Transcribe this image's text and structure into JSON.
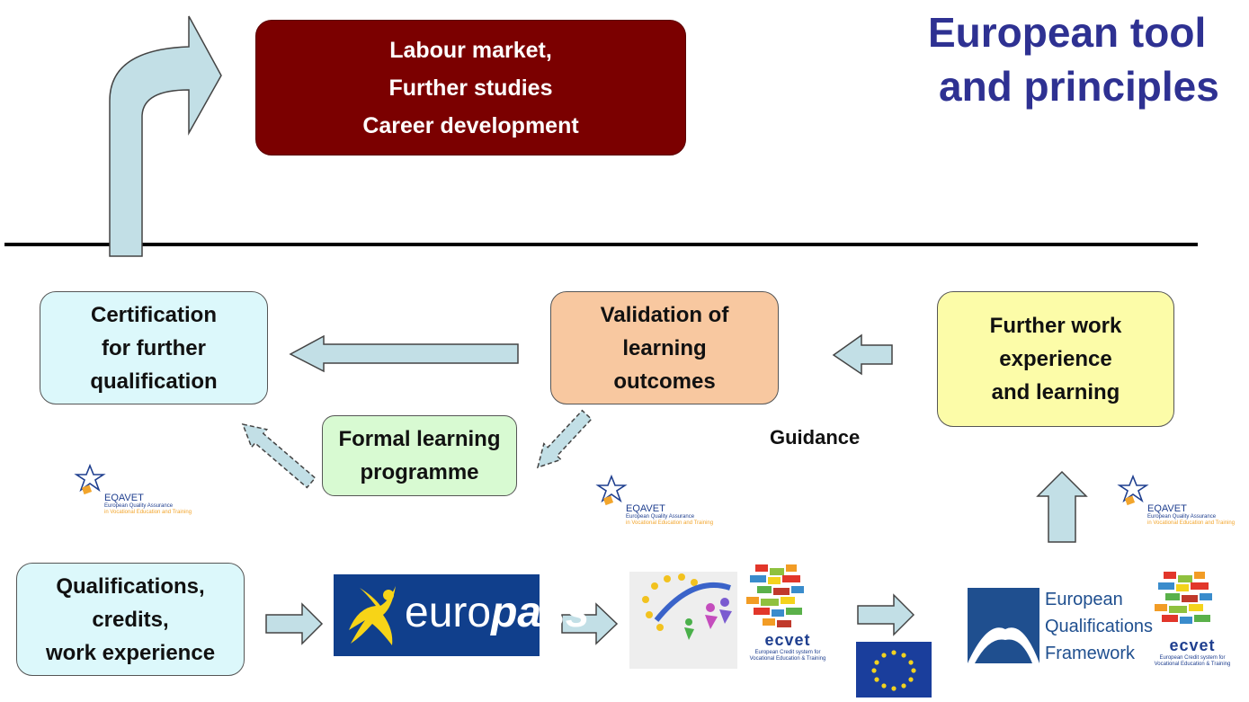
{
  "title": {
    "line1": "European tool",
    "line2": "and principles"
  },
  "boxes": {
    "labour": [
      "Labour market,",
      "Further studies",
      "Career development"
    ],
    "certification": [
      "Certification",
      "for further",
      "qualification"
    ],
    "validation": [
      "Validation of",
      "learning",
      "outcomes"
    ],
    "further_work": [
      "Further work",
      "experience",
      "and learning"
    ],
    "formal": [
      "Formal learning",
      "programme"
    ],
    "qualifications": [
      "Qualifications,",
      "credits,",
      "work experience"
    ]
  },
  "guidance_label": "Guidance",
  "logos": {
    "eqavet": {
      "name": "EQAVET",
      "sub1": "European Quality Assurance",
      "sub2": "in Vocational Education and Training"
    },
    "europass": {
      "prefix": "euro",
      "suffix": "pass"
    },
    "ecvet": {
      "name": "ecvet",
      "sub1": "European Credit system for",
      "sub2": "Vocational Education & Training"
    },
    "eqf": [
      "European",
      "Qualifications",
      "Framework"
    ]
  },
  "colors": {
    "title": "#2e3192",
    "labour": "#7b0000",
    "certification": "#dcf8fb",
    "validation": "#f8c8a0",
    "further_work": "#fcfca8",
    "formal": "#d8fad2",
    "qualifications": "#dcf8fb",
    "arrow_fill": "#c2dfe6",
    "europass_bg": "#103f8c",
    "eqf_blue": "#1f4f8f"
  }
}
